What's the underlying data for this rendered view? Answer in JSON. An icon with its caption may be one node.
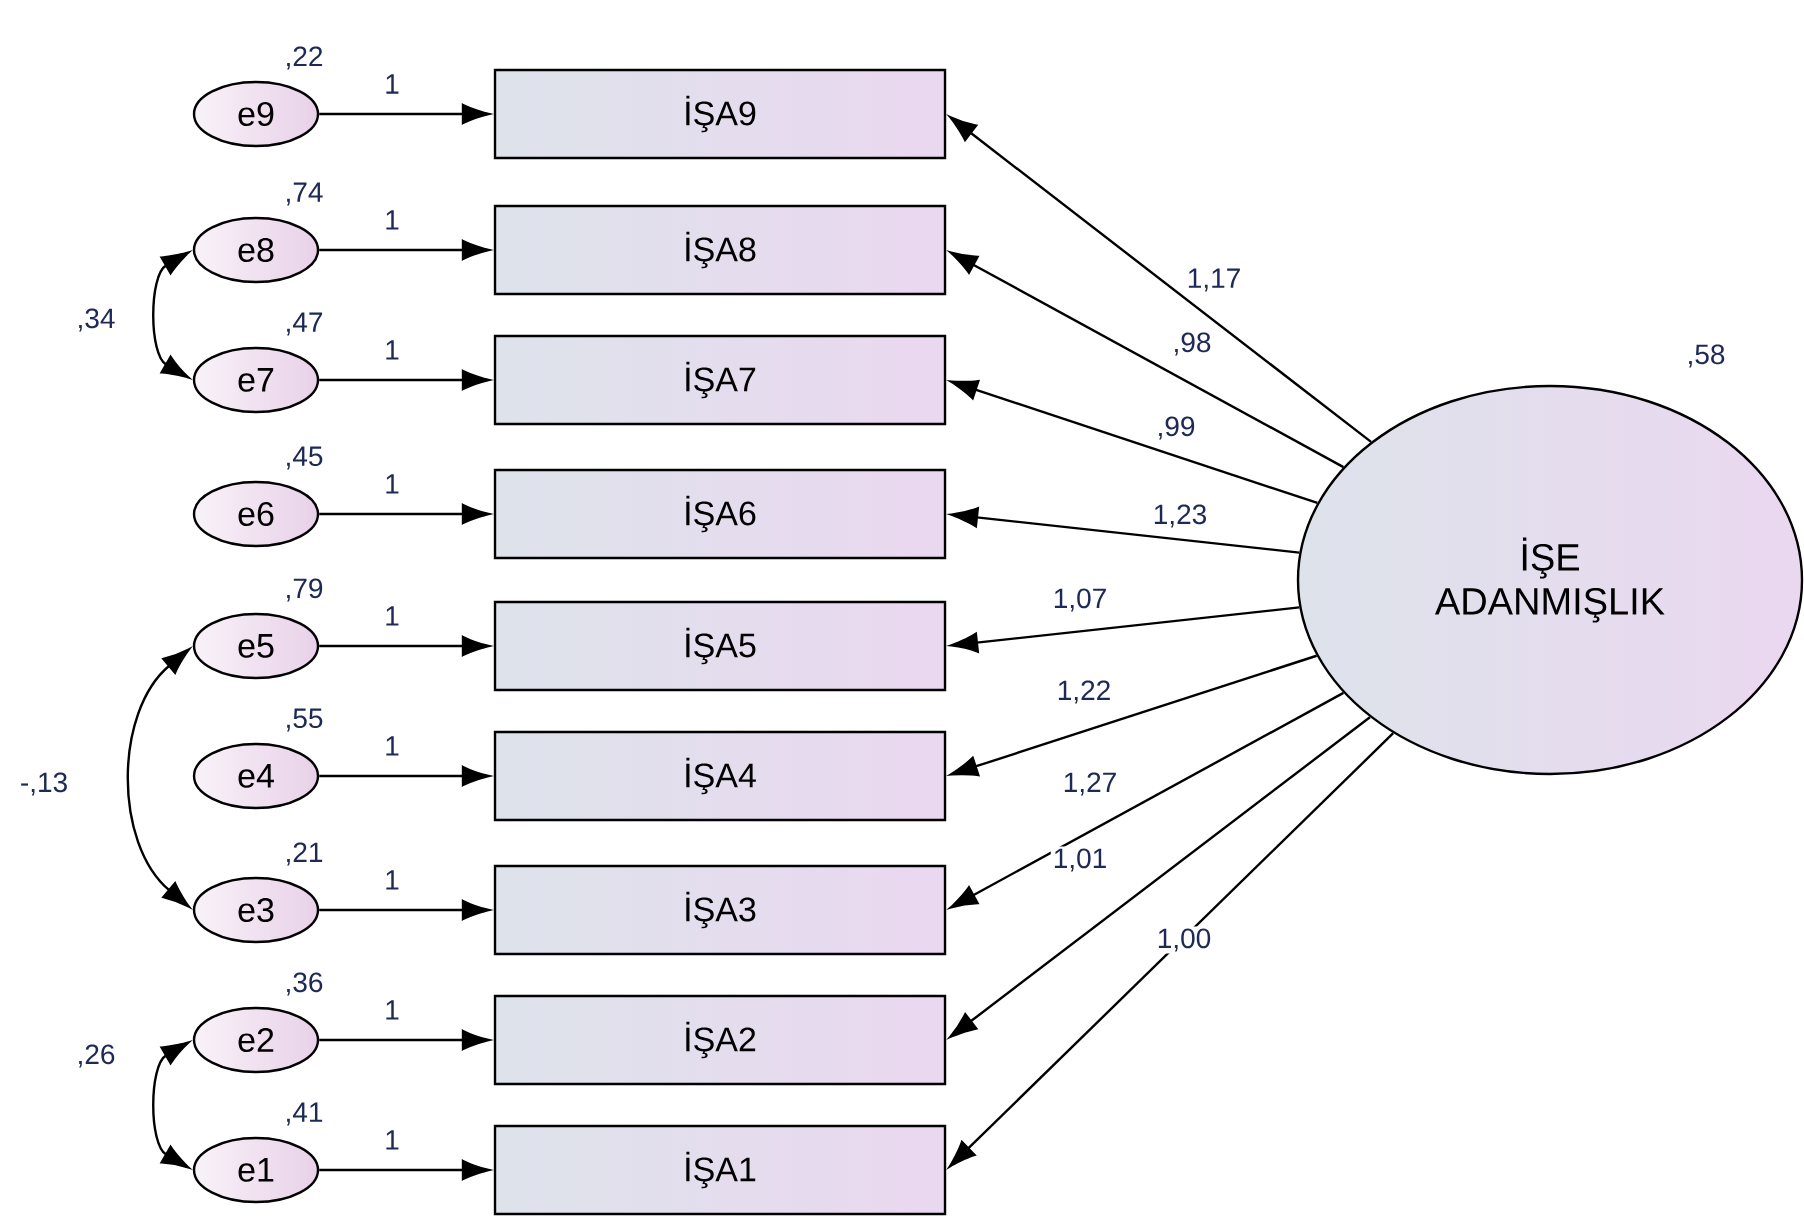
{
  "diagram": {
    "nodes": [
      {
        "text": [
          "e9"
        ],
        "beside": [
          ",22"
        ]
      },
      {
        "text": [
          "İŞA9"
        ]
      },
      {
        "text": [
          "e8"
        ],
        "beside": [
          ",74"
        ]
      },
      {
        "text": [
          "İŞA8"
        ]
      },
      {
        "text": [
          "e7"
        ],
        "beside": [
          ",47"
        ]
      },
      {
        "text": [
          "İŞA7"
        ]
      },
      {
        "text": [
          "e6"
        ],
        "beside": [
          ",45"
        ]
      },
      {
        "text": [
          "İŞA6"
        ]
      },
      {
        "text": [
          "e5"
        ],
        "beside": [
          ",79"
        ]
      },
      {
        "text": [
          "İŞA5"
        ]
      },
      {
        "text": [
          "e4"
        ],
        "beside": [
          ",55"
        ]
      },
      {
        "text": [
          "İŞA4"
        ]
      },
      {
        "text": [
          "e3"
        ],
        "beside": [
          ",21"
        ]
      },
      {
        "text": [
          "İŞA3"
        ]
      },
      {
        "text": [
          "e2"
        ],
        "beside": [
          ",36"
        ]
      },
      {
        "text": [
          "İŞA2"
        ]
      },
      {
        "text": [
          "e1"
        ],
        "beside": [
          ",41"
        ]
      },
      {
        "text": [
          "İŞA1"
        ]
      },
      {
        "text": [
          "İŞE ADANMIŞLIK"
        ],
        "beside": [
          ",58"
        ]
      }
    ],
    "edges": [
      {
        "from": 0,
        "to": 1,
        "arrow": "to",
        "label": "1"
      },
      {
        "from": 2,
        "to": 3,
        "arrow": "to",
        "label": "1"
      },
      {
        "from": 4,
        "to": 5,
        "arrow": "to",
        "label": "1"
      },
      {
        "from": 6,
        "to": 7,
        "arrow": "to",
        "label": "1"
      },
      {
        "from": 8,
        "to": 9,
        "arrow": "to",
        "label": "1"
      },
      {
        "from": 10,
        "to": 11,
        "arrow": "to",
        "label": "1"
      },
      {
        "from": 12,
        "to": 13,
        "arrow": "to",
        "label": "1"
      },
      {
        "from": 14,
        "to": 15,
        "arrow": "to",
        "label": "1"
      },
      {
        "from": 16,
        "to": 17,
        "arrow": "to",
        "label": "1"
      },
      {
        "from": 18,
        "to": 1,
        "arrow": "to",
        "label": "1,17"
      },
      {
        "from": 18,
        "to": 3,
        "arrow": "to",
        "label": ",98"
      },
      {
        "from": 18,
        "to": 5,
        "arrow": "to",
        "label": ",99"
      },
      {
        "from": 18,
        "to": 7,
        "arrow": "to",
        "label": "1,23"
      },
      {
        "from": 18,
        "to": 9,
        "arrow": "to",
        "label": "1,07"
      },
      {
        "from": 18,
        "to": 11,
        "arrow": "to",
        "label": "1,22"
      },
      {
        "from": 18,
        "to": 13,
        "arrow": "to",
        "label": "1,27"
      },
      {
        "from": 18,
        "to": 15,
        "arrow": "to",
        "label": "1,01"
      },
      {
        "from": 18,
        "to": 17,
        "arrow": "to",
        "label": "1,00"
      },
      {
        "from": 2,
        "to": 4,
        "arrow": "both",
        "label": ",34"
      },
      {
        "from": 8,
        "to": 12,
        "arrow": "both",
        "label": "-,13"
      },
      {
        "from": 14,
        "to": 16,
        "arrow": "both",
        "label": ",26"
      }
    ]
  }
}
